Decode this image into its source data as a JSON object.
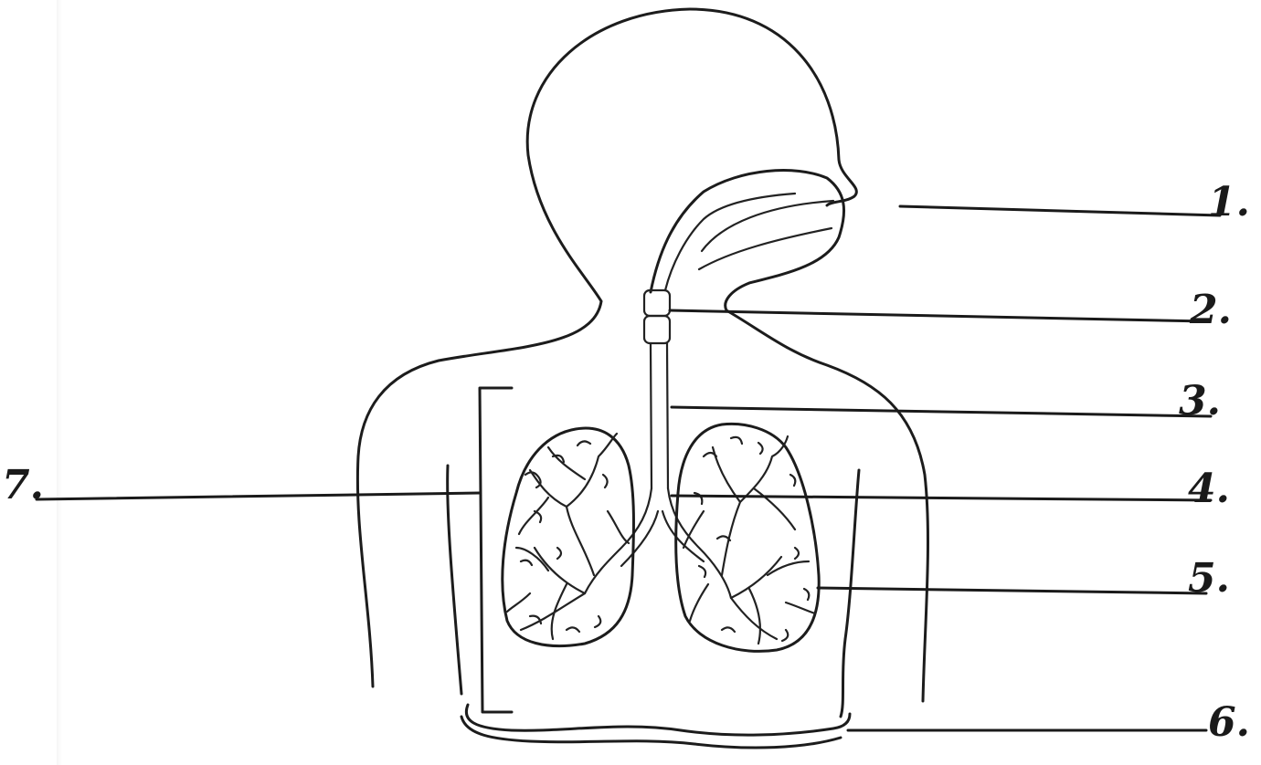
{
  "labels": {
    "l1": "1.",
    "l2": "2.",
    "l3": "3.",
    "l4": "4.",
    "l5": "5.",
    "l6": "6.",
    "l7": "7."
  }
}
